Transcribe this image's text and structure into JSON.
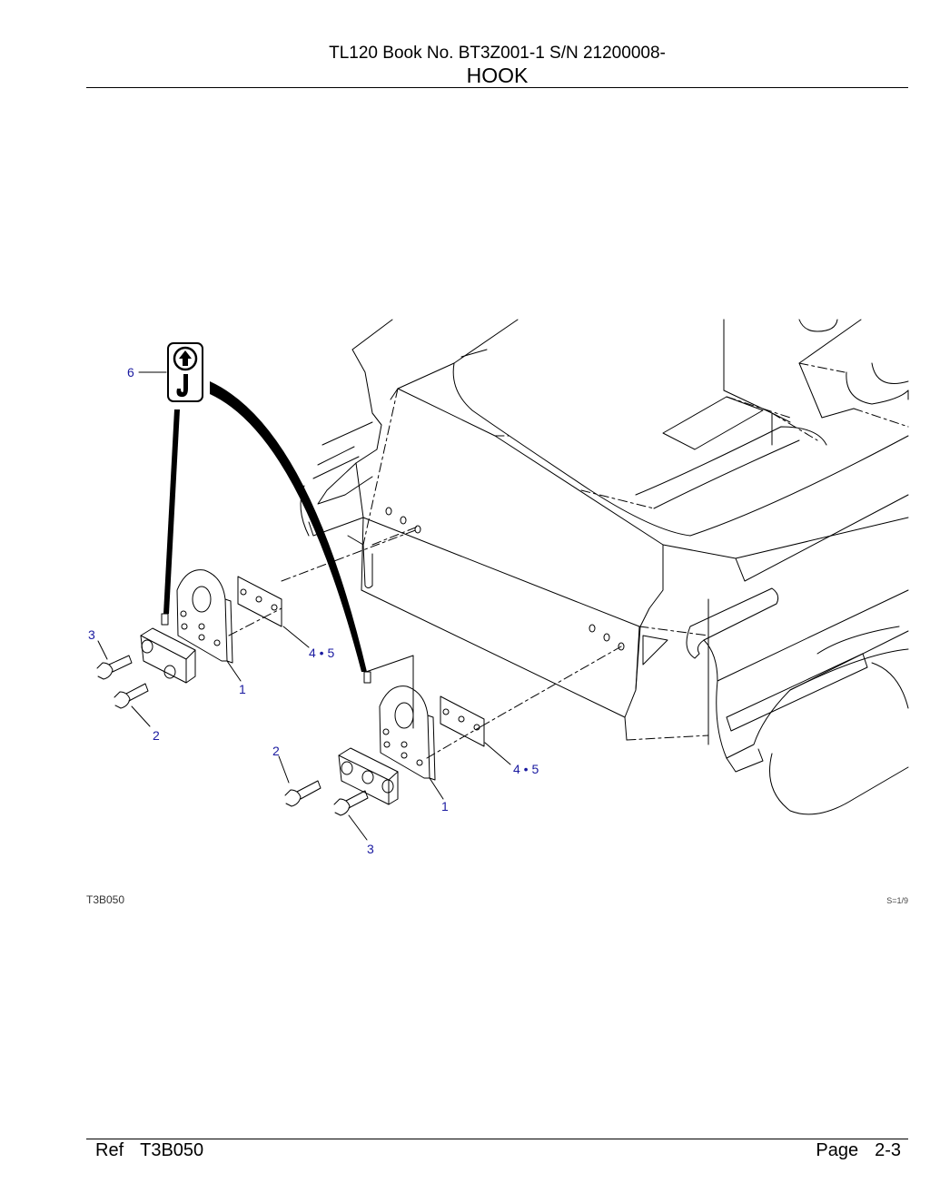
{
  "header": {
    "line1": "TL120  Book No. BT3Z001-1 S/N 21200008-",
    "title": "HOOK"
  },
  "figure": {
    "code": "T3B050",
    "scale": "S=1/9",
    "callouts": {
      "c6": "6",
      "c3a": "3",
      "c45a": "4 • 5",
      "c1a": "1",
      "c2a": "2",
      "c2b": "2",
      "c45b": "4 • 5",
      "c1b": "1",
      "c3b": "3"
    },
    "label_icon": "hook-lift-icon"
  },
  "footer": {
    "ref_label": "Ref",
    "ref_value": "T3B050",
    "page_label": "Page",
    "page_value": "2-3"
  }
}
